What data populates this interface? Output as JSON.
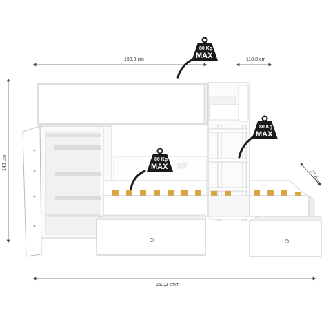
{
  "dimensions": {
    "width_top": "193,8 cm",
    "depth_top": "110,8 cm",
    "height": "145 cm",
    "depth_side": "97,8 cm",
    "width_bottom": "252,2 cmm"
  },
  "badges": {
    "top": {
      "kg": "80 Kg",
      "max": "MAX"
    },
    "ladder": {
      "kg": "80 Kg",
      "max": "MAX"
    },
    "lower": {
      "kg": "80 Kg",
      "max": "MAX"
    }
  },
  "colors": {
    "panel": "#ffffff",
    "edge": "#b8b8b8",
    "shadow": "#e6e6e6",
    "slat": "#d9a441",
    "badge": "#1a1a1a",
    "line": "#555555"
  }
}
